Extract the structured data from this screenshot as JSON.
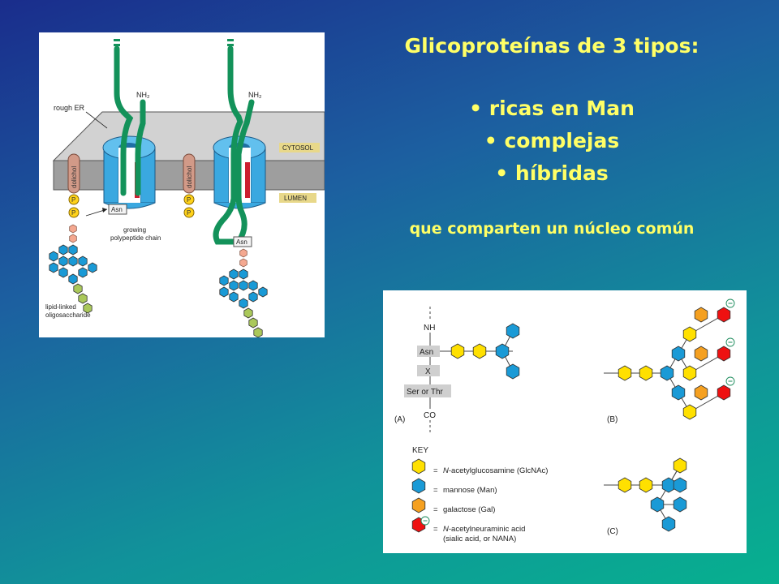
{
  "title": "Glicoproteínas de 3 tipos:",
  "bullets": [
    "• ricas en Man",
    "• complejas",
    "• híbridas"
  ],
  "subtitle": "que comparten un núcleo común",
  "er_figure": {
    "nh2_left": "NH₂",
    "nh2_right": "NH₂",
    "rough_er": "rough ER",
    "cytosol": "CYTOSOL",
    "lumen": "LUMEN",
    "dolichol": "dolichol",
    "p": "P",
    "asn": "Asn",
    "growing_line1": "growing",
    "growing_line2": "polypeptide chain",
    "lipid_line1": "lipid-linked",
    "lipid_line2": "oligosaccharide"
  },
  "structure_figure": {
    "nh": "NH",
    "asn": "Asn",
    "x": "X",
    "ser_thr": "Ser or Thr",
    "co": "CO",
    "panel_a": "(A)",
    "panel_b": "(B)",
    "panel_c": "(C)",
    "key_title": "KEY",
    "key": [
      {
        "prefix": "N",
        "text": "-acetylglucosamine (GlcNAc)",
        "color": "#ffe000",
        "italic_prefix": true
      },
      {
        "prefix": "",
        "text": "mannose (Man)",
        "color": "#1a9ad6",
        "italic_prefix": false
      },
      {
        "prefix": "",
        "text": "galactose (Gal)",
        "color": "#f5a020",
        "italic_prefix": false
      },
      {
        "prefix": "N",
        "text": "-acetylneuraminic acid",
        "color": "#ee1111",
        "italic_prefix": true,
        "text2": "(sialic acid, or NANA)"
      }
    ]
  },
  "colors": {
    "glcnac": "#ffe000",
    "mannose": "#1a9ad6",
    "galactose": "#f5a020",
    "sialic": "#ee1111",
    "polypeptide": "#13925a",
    "channel": "#3aa8e0",
    "membrane": "#9e9e9e",
    "dolichol": "#d29a88",
    "phosphate": "#ffd21a",
    "title_yellow": "#ffff66"
  }
}
